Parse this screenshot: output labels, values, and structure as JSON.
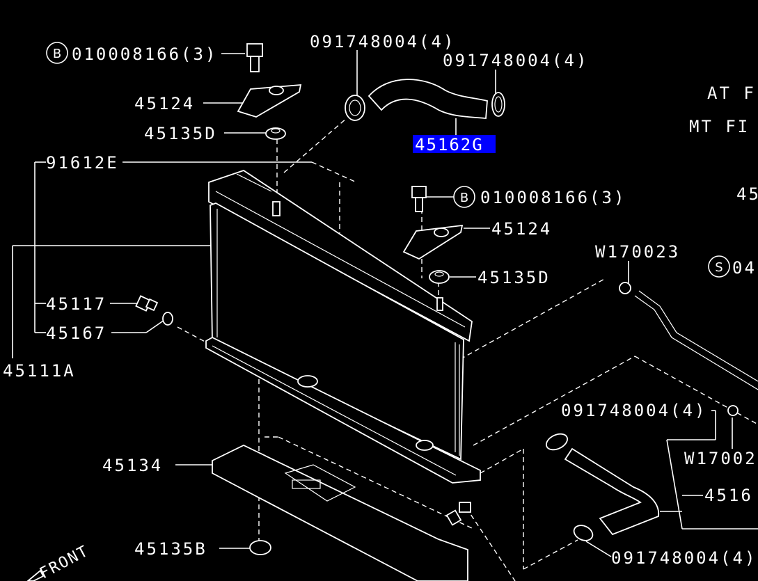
{
  "labels": {
    "bolt_top_left": "010008166(3)",
    "bolt_top_left_prefix": "B",
    "bracket_top_left": "45124",
    "cushion_top_left": "45135D",
    "clamp_top_1": "091748004(4)",
    "clamp_top_2": "091748004(4)",
    "hose_upper": "45162G",
    "radiator_cap_assy": "91612E",
    "bolt_mid": "010008166(3)",
    "bolt_mid_prefix": "B",
    "bracket_mid": "45124",
    "cushion_mid": "45135D",
    "drain_plug": "45117",
    "o_ring": "45167",
    "radiator": "45111A",
    "lower_bracket": "45134",
    "cushion_lower": "45135B",
    "clamp_lower_1": "091748004(4)",
    "clamp_lower_2": "091748004(4)",
    "clip_1": "W170023",
    "clip_2": "W17002",
    "hose_lower": "4516",
    "at_fill": "AT F",
    "mt_fill": "MT FI",
    "right_cut": "45",
    "s_prefix": "S",
    "s_partial": "04",
    "front_marker": "FRONT"
  },
  "colors": {
    "background": "#000000",
    "line": "#ffffff",
    "highlight": "#0000ff"
  }
}
